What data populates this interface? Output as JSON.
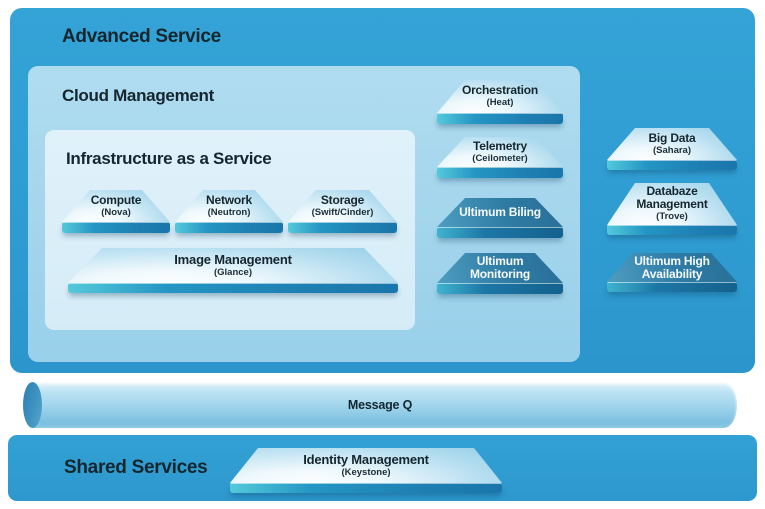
{
  "diagram": {
    "advanced_service": {
      "title": "Advanced Service"
    },
    "cloud_management": {
      "title": "Cloud Management"
    },
    "iaas": {
      "title": "Infrastructure as a Service",
      "items": [
        {
          "label": "Compute",
          "sublabel": "(Nova)"
        },
        {
          "label": "Network",
          "sublabel": "(Neutron)"
        },
        {
          "label": "Storage",
          "sublabel": "(Swift/Cinder)"
        },
        {
          "label": "Image Management",
          "sublabel": "(Glance)"
        }
      ]
    },
    "cloud_items": [
      {
        "label": "Orchestration",
        "sublabel": "(Heat)",
        "variant": "light"
      },
      {
        "label": "Telemetry",
        "sublabel": "(Ceilometer)",
        "variant": "light"
      },
      {
        "label": "Ultimum Biling",
        "variant": "dark"
      },
      {
        "label": "Ultimum Monitoring",
        "variant": "dark"
      }
    ],
    "advanced_items": [
      {
        "label": "Big Data",
        "sublabel": "(Sahara)",
        "variant": "light"
      },
      {
        "label": "Databaze Management",
        "sublabel": "(Trove)",
        "variant": "light"
      },
      {
        "label": "Ultimum High Availability",
        "variant": "dark"
      }
    ],
    "message_queue": {
      "label": "Message Q"
    },
    "shared_services": {
      "title": "Shared Services",
      "items": [
        {
          "label": "Identity Management",
          "sublabel": "(Keystone)"
        }
      ]
    }
  },
  "colors": {
    "outer_box": "#2f9cd1",
    "inner_box": "#a3d5ec",
    "iaas_box": "#d9eef8",
    "shared_box": "#2e99ce",
    "trapezoid_light_top": "#b6def0",
    "trapezoid_dark_top": "#2e7ba4",
    "band_cyan": "#3fb3d0",
    "band_blue": "#1e7fb3",
    "pipe_body": "#a2d6ed",
    "pipe_cap": "#3f92c0",
    "text_dark": "#15262e",
    "text_light": "#f7fbfd"
  }
}
